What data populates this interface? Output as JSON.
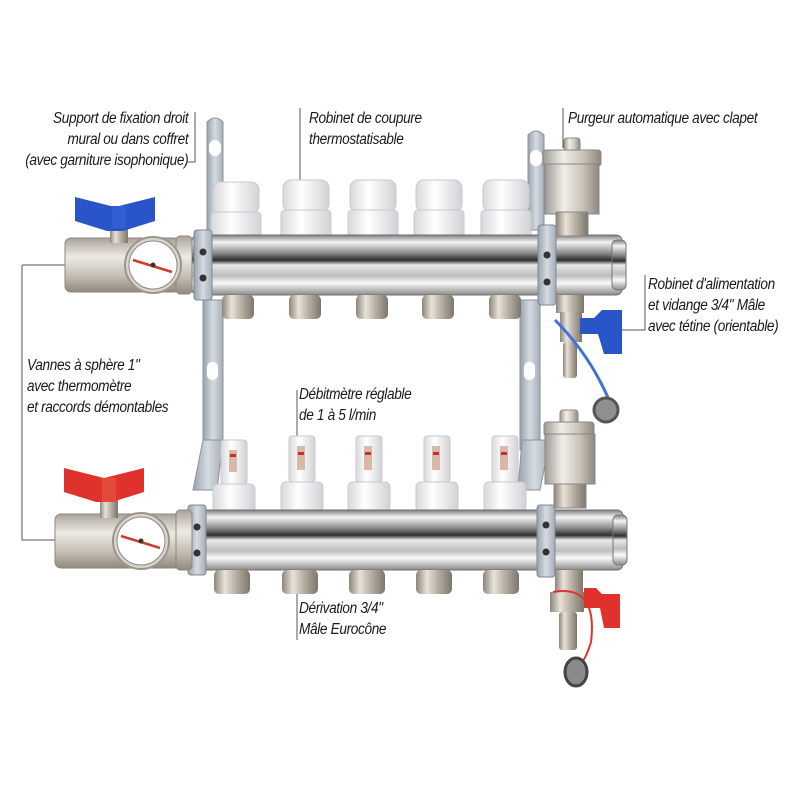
{
  "figure": {
    "type": "annotated product photo",
    "subject": "Underfloor heating manifold, 5 circuits",
    "circuits": 5,
    "colors": {
      "blue_handle": "#2a55c8",
      "red_handle": "#e0322c",
      "chrome": "#c9c9c9",
      "caps": "#f2f2f2",
      "text": "#1a1a1a"
    }
  },
  "labels": {
    "bracket": {
      "lines": [
        "Support de fixation droit",
        "mural ou dans coffret",
        "(avec garniture isophonique)"
      ]
    },
    "shutoff_valve": {
      "lines": [
        "Robinet de coupure",
        "thermostatisable"
      ]
    },
    "air_vent": {
      "lines": [
        "Purgeur automatique avec clapet"
      ]
    },
    "fill_drain": {
      "lines": [
        "Robinet d'alimentation",
        "et vidange 3/4\" Mâle",
        "avec tétine (orientable)"
      ]
    },
    "ball_valves": {
      "lines": [
        "Vannes à sphère 1\"",
        "avec thermomètre",
        "et raccords démontables"
      ]
    },
    "flowmeter": {
      "lines": [
        "Débitmètre réglable",
        "de 1 à 5 l/min"
      ]
    },
    "outlet": {
      "lines": [
        "Dérivation 3/4\"",
        "Mâle Eurocône"
      ]
    }
  }
}
